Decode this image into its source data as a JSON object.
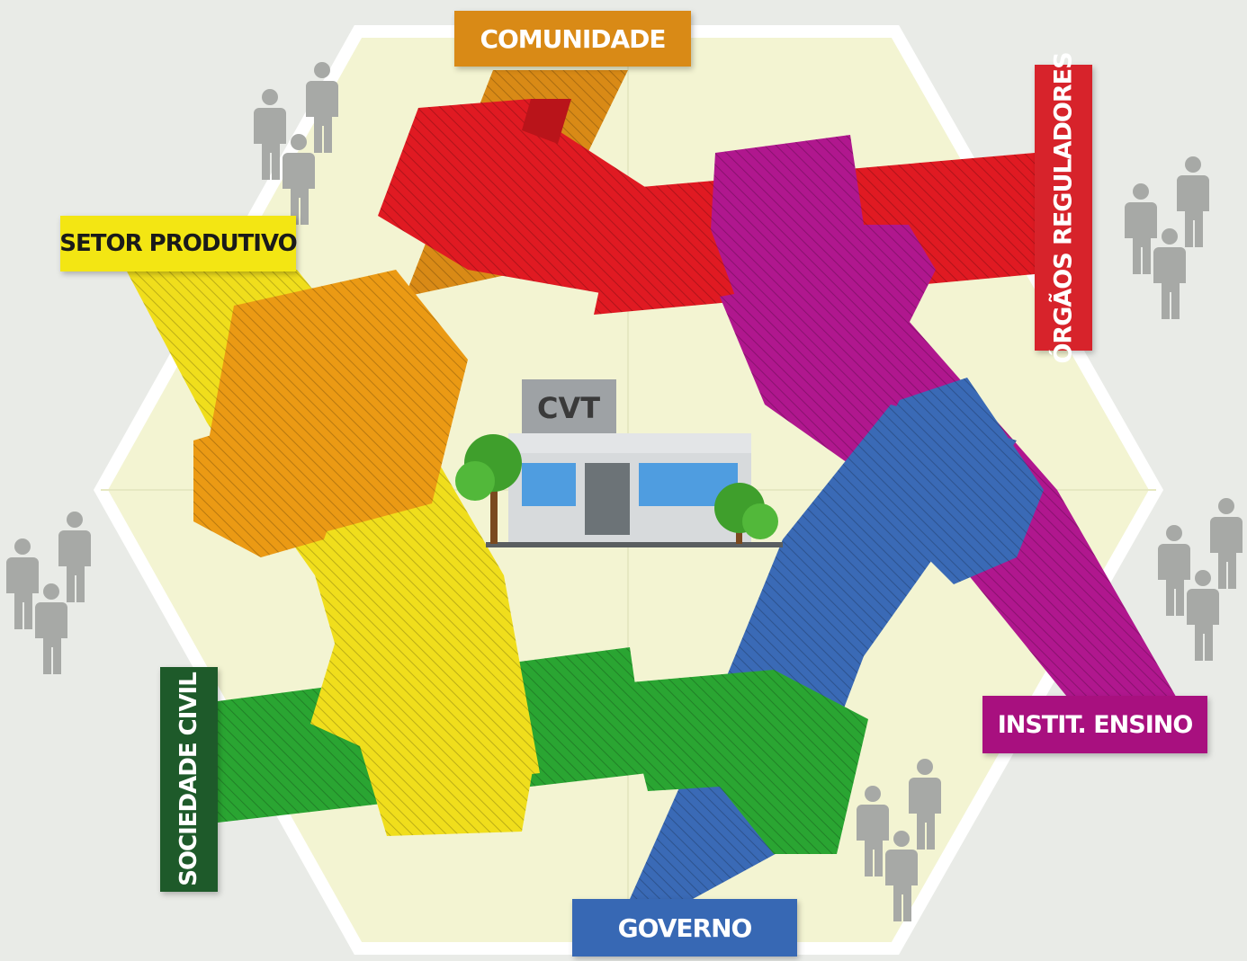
{
  "labels": {
    "comunidade": "COMUNIDADE",
    "setor_produtivo": "SETOR PRODUTIVO",
    "orgaos_reguladores": "ÓRGÃOS REGULADORES",
    "sociedade_civil": "SOCIEDADE CIVIL",
    "instit_ensino": "INSTIT. ENSINO",
    "governo": "GOVERNO"
  },
  "building_sign": "CVT",
  "colors": {
    "background": "#e9ebe7",
    "hexagon": "#f3f4d2",
    "hexagon_border": "#ffffff",
    "comunidade": "#d98a16",
    "setor_produtivo": "#f3e613",
    "orgaos_reguladores": "#d7232b",
    "sociedade_civil": "#1e5a2a",
    "instit_ensino": "#a8107f",
    "governo": "#3768b4",
    "arm_red": "#e01a22",
    "arm_magenta": "#b0178e",
    "arm_blue": "#3a6ab6",
    "arm_green": "#2aa532",
    "arm_yellow": "#f0de1c",
    "arm_orange": "#eb9a14",
    "people": "#a7a9a6"
  },
  "icons": {
    "people": "people-group-icon",
    "building": "building-icon",
    "tree": "tree-icon",
    "hand": "hand-icon"
  }
}
